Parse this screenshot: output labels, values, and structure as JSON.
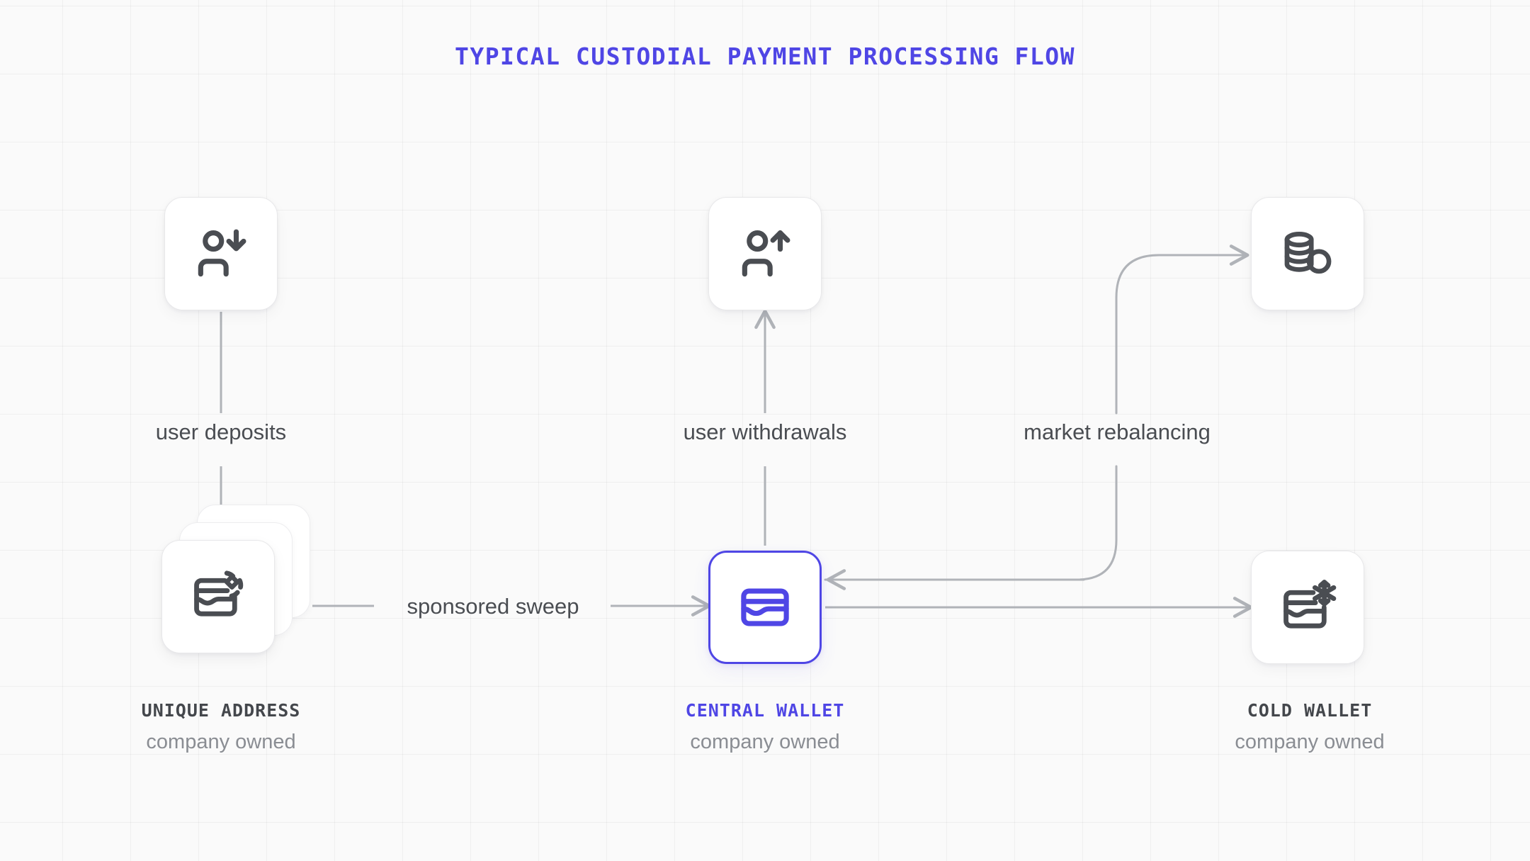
{
  "diagram": {
    "title": "TYPICAL CUSTODIAL PAYMENT PROCESSING FLOW",
    "accent_color": "#4f46e5",
    "line_color": "#b0b3b8",
    "icon_color": "#4a4d52",
    "background_color": "#fafafa",
    "grid": "on"
  },
  "nodes": {
    "user_deposits_actor": {
      "icon": "user-down-arrow-icon"
    },
    "user_withdrawals_actor": {
      "icon": "user-up-arrow-icon"
    },
    "market_coins": {
      "icon": "coins-stack-icon"
    },
    "unique_address": {
      "icon": "wallet-cards-stack-icon",
      "title": "UNIQUE ADDRESS",
      "subtitle": "company owned",
      "highlighted": "false"
    },
    "central_wallet": {
      "icon": "wallet-icon",
      "title": "CENTRAL WALLET",
      "subtitle": "company owned",
      "highlighted": "true"
    },
    "cold_wallet": {
      "icon": "wallet-snowflake-icon",
      "title": "COLD WALLET",
      "subtitle": "company owned",
      "highlighted": "false"
    }
  },
  "edges": [
    {
      "id": "user-deposits",
      "label": "user deposits",
      "from": "user_deposits_actor",
      "to": "unique_address",
      "direction": "down"
    },
    {
      "id": "user-withdrawals",
      "label": "user withdrawals",
      "from": "central_wallet",
      "to": "user_withdrawals_actor",
      "direction": "up"
    },
    {
      "id": "market-rebalancing",
      "label": "market rebalancing",
      "from": "central_wallet",
      "to": "market_coins",
      "direction": "up"
    },
    {
      "id": "sponsored-sweep",
      "label": "sponsored sweep",
      "from": "unique_address",
      "to": "central_wallet",
      "direction": "right"
    },
    {
      "id": "cold-transfer",
      "label": "",
      "from": "central_wallet",
      "to": "cold_wallet",
      "direction": "right"
    }
  ]
}
